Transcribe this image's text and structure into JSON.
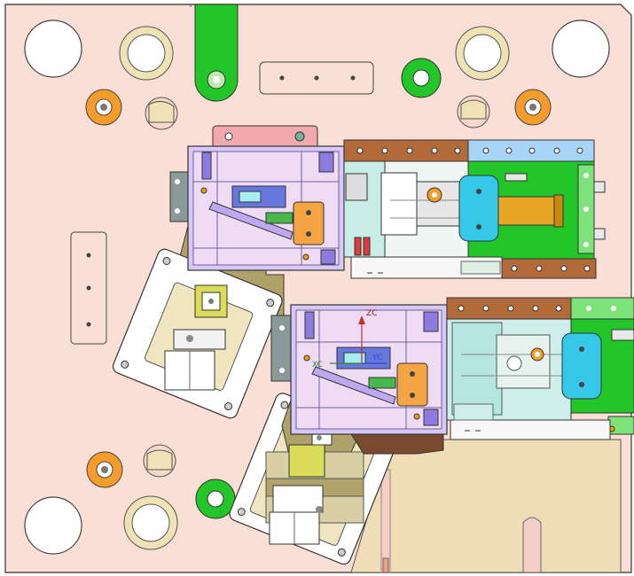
{
  "labels": {
    "axis_z": "ZC",
    "axis_x": "XC",
    "axis_y": "YC"
  },
  "colors": {
    "plate": "#f9dfd6",
    "plate_edge": "#5a4a4a",
    "hole": "#ffffff",
    "ring": "#efe2b4",
    "orange_bushing": "#f59c2c",
    "green_guide": "#22c628",
    "violet_block": "#c9b8f2",
    "olive_slide": "#b1a36c",
    "brown_bar": "#b26a3a",
    "teal_cylinder": "#7fd4d0",
    "cyan_clamp": "#36c8e8",
    "gold_rod": "#e7a624",
    "light_blue": "#a8d4f8",
    "grey_mech": "#d8d8d8",
    "red_cap": "#e23a3a",
    "axis_color": "#c23030"
  }
}
